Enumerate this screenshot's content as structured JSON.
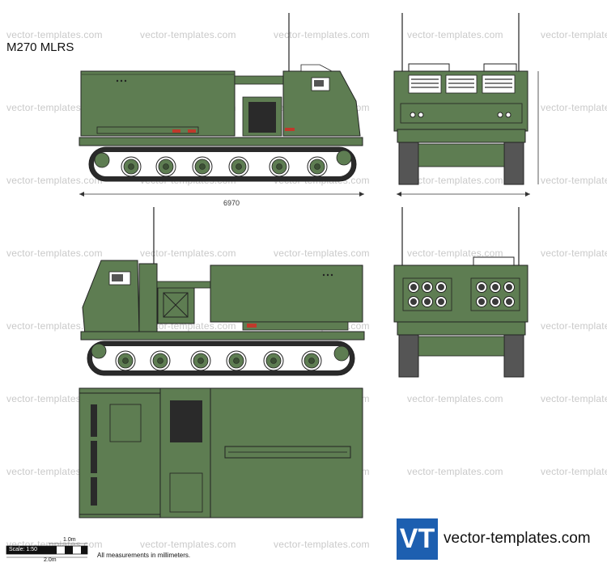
{
  "title": "M270 MLRS",
  "watermark_text": "vector-templates.com",
  "dimensions": {
    "length": "6970"
  },
  "scale": {
    "label": "Scale: 1:50",
    "small_span": "1.0m",
    "large_span": "2.0m"
  },
  "note": "All measurements in millimeters.",
  "brand": {
    "logo_letters": "VT",
    "site": "vector-templates.com"
  },
  "colors": {
    "vehicle_green": "#5e7d52",
    "vehicle_outline": "#222222",
    "track_dark": "#2a2a2a",
    "brand_blue": "#1d5fb0"
  }
}
